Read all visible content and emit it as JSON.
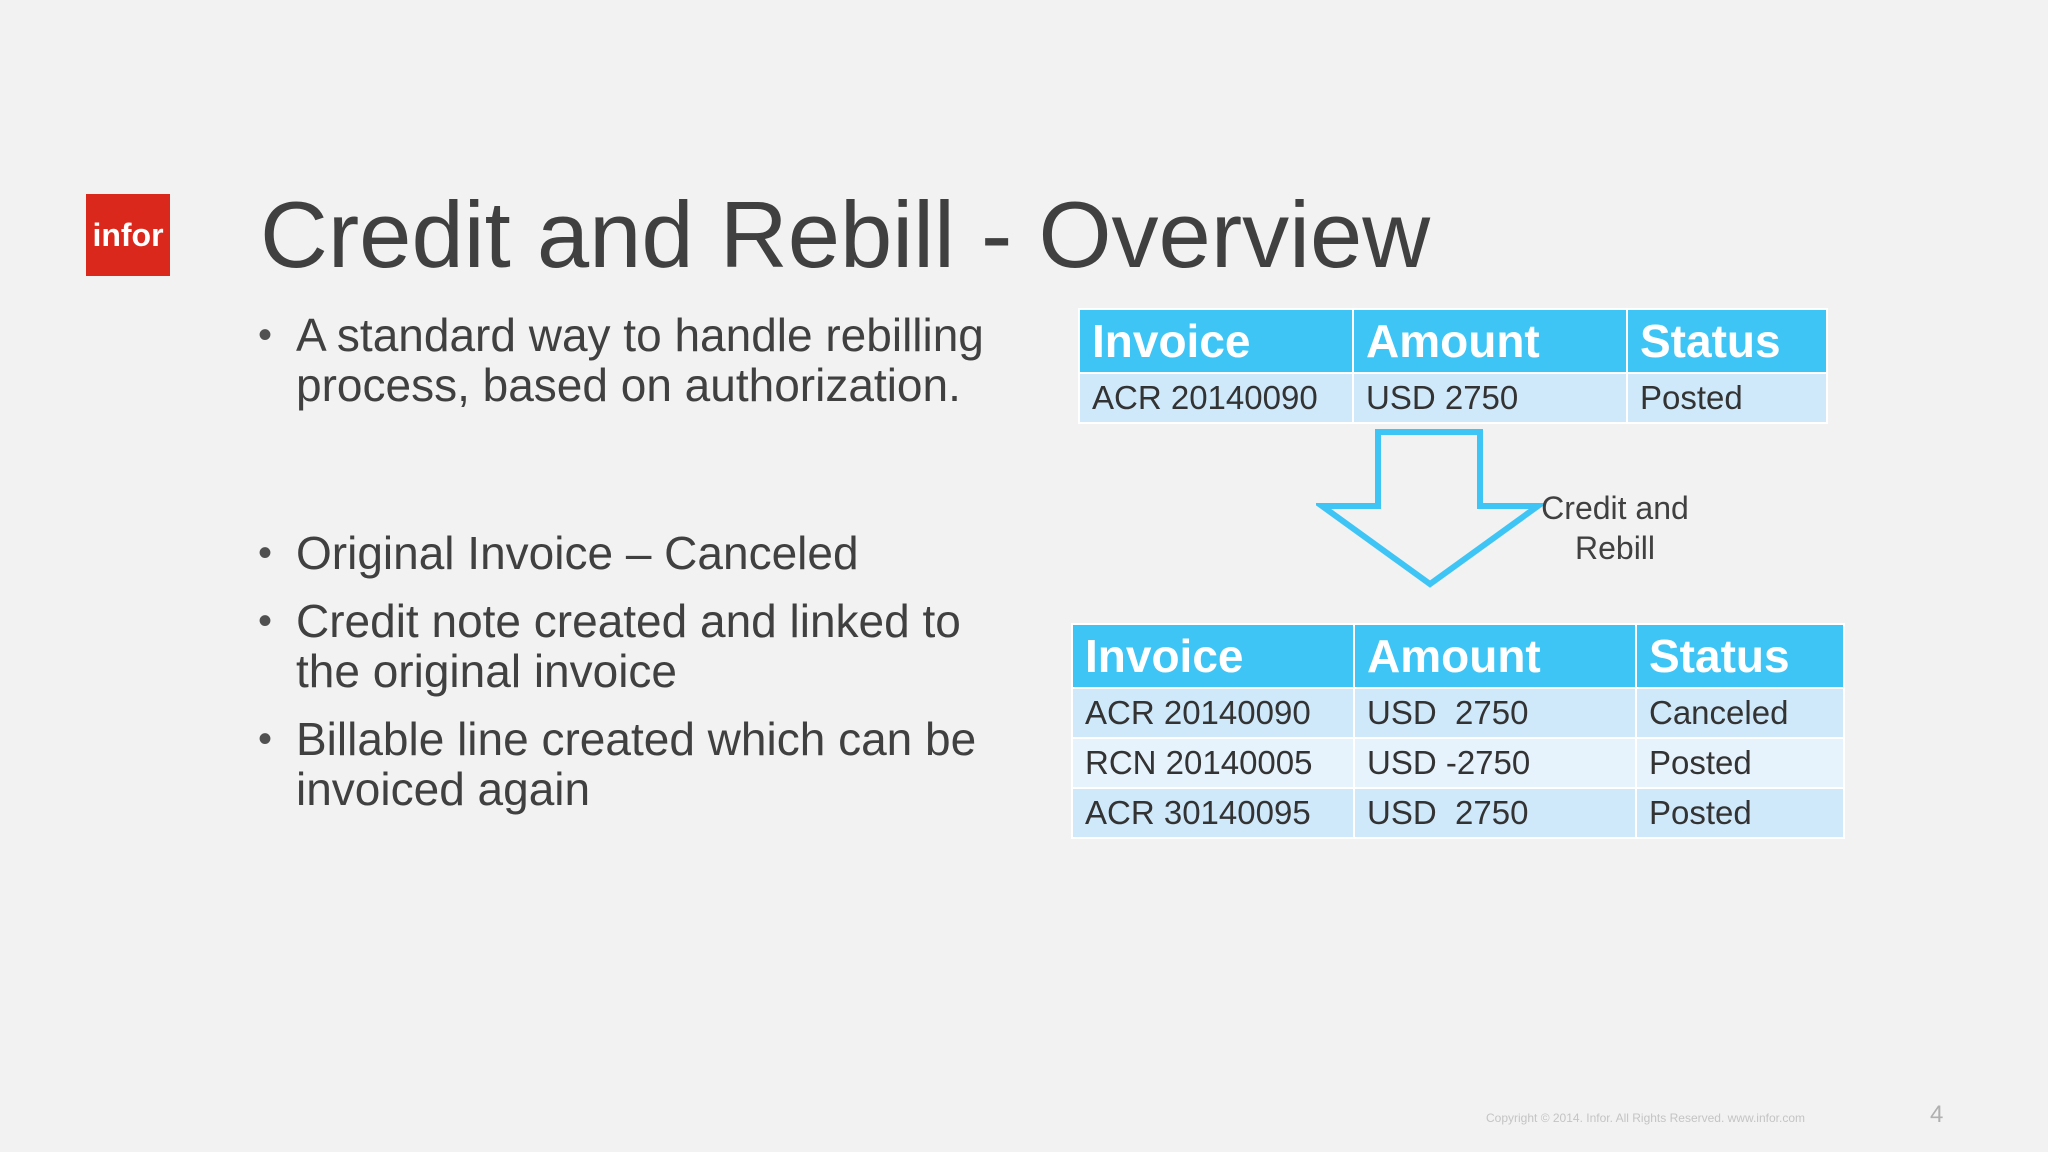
{
  "slide": {
    "logo_text": "infor",
    "title": "Credit and Rebill - Overview",
    "bullets": [
      "A standard way to handle rebilling process, based on authorization.",
      "Original Invoice – Canceled",
      "Credit note created and linked to the original invoice",
      "Billable line created which can be invoiced again"
    ]
  },
  "table_before": {
    "headers": [
      "Invoice",
      "Amount",
      "Status"
    ],
    "rows": [
      [
        "ACR 20140090",
        "USD 2750",
        "Posted"
      ]
    ]
  },
  "arrow": {
    "label_line1": "Credit and",
    "label_line2": "Rebill",
    "color": "#3fc5f5"
  },
  "table_after": {
    "headers": [
      "Invoice",
      "Amount",
      "Status"
    ],
    "rows": [
      [
        "ACR 20140090",
        "USD  2750",
        "Canceled"
      ],
      [
        "RCN 20140005",
        "USD -2750",
        "Posted"
      ],
      [
        "ACR 30140095",
        "USD  2750",
        "Posted"
      ]
    ]
  },
  "footer": {
    "copyright": "Copyright © 2014. Infor. All Rights Reserved. www.infor.com",
    "page_number": "4"
  },
  "colors": {
    "brand_red": "#da291c",
    "table_header": "#3fc5f5",
    "table_row_odd": "#cfe9fb",
    "table_row_even": "#e6f3fc"
  }
}
